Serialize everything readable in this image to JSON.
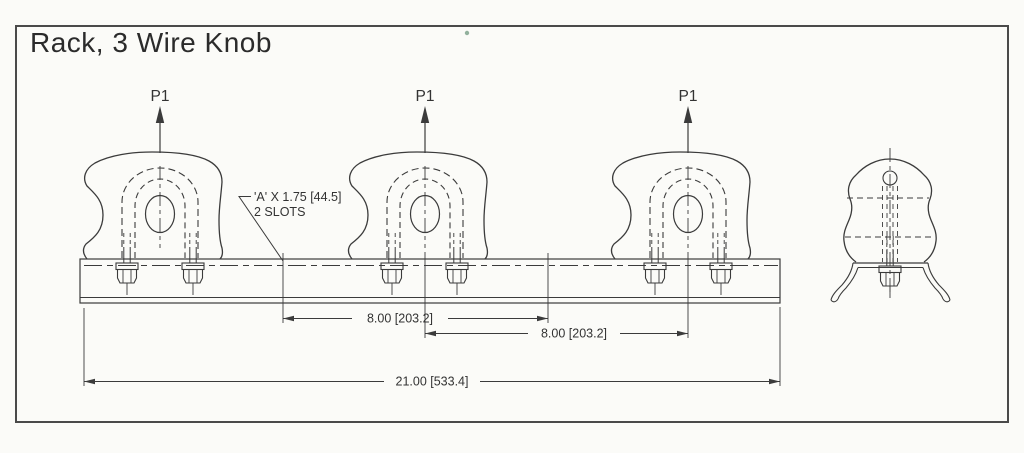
{
  "drawing": {
    "title": "Rack, 3 Wire Knob",
    "load_labels": {
      "knob1": "P1",
      "knob2": "P1",
      "knob3": "P1"
    },
    "slot_note": {
      "line1": "'A' X 1.75 [44.5]",
      "line2": "2 SLOTS"
    },
    "dimensions": {
      "slot_spacing": "8.00 [203.2]",
      "knob_spacing": "8.00 [203.2]",
      "overall_length": "21.00 [533.4]"
    },
    "colors": {
      "ink": "#3b3b3b",
      "paper": "#fbfbf8"
    }
  }
}
